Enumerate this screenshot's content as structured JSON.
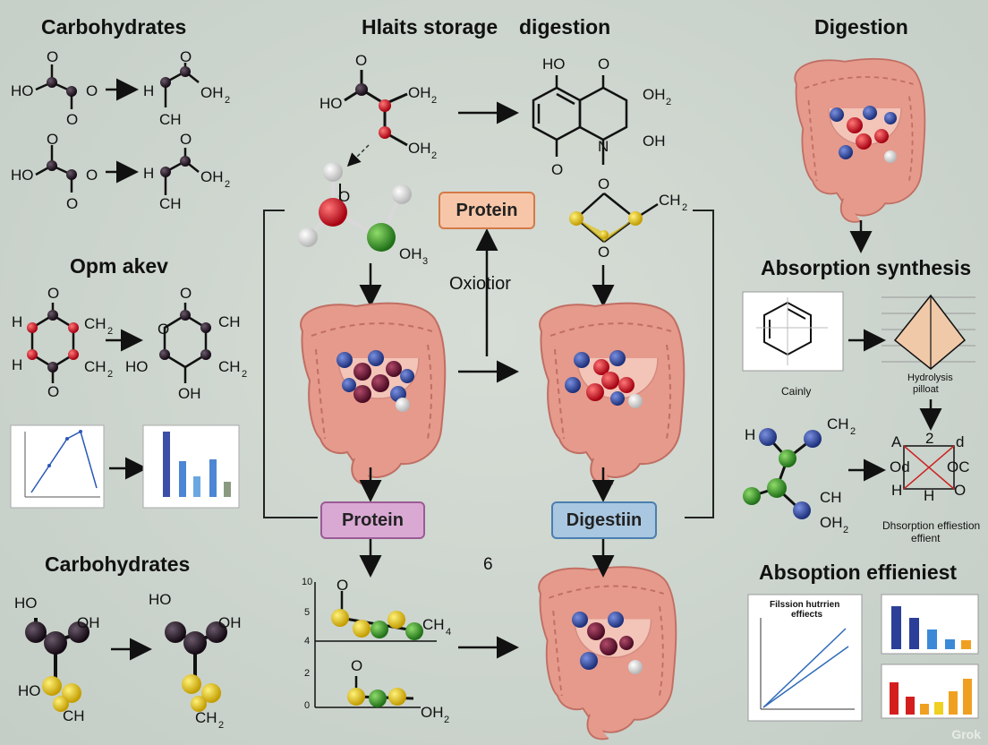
{
  "headings": {
    "carbohydrates_top": "Carbohydrates",
    "storage": "Hlaits storage",
    "digestion_center": "digestion",
    "digestion_right": "Digestion",
    "opm": "Opm akev",
    "absorption_synthesis": "Absorption synthesis",
    "carbohydrates_bottom": "Carbohydrates",
    "absorption_efficiency": "Absoption effieniest"
  },
  "boxes": {
    "protein_top": "Protein",
    "protein_bottom": "Protein",
    "digestion": "Digestiin"
  },
  "box_colors": {
    "protein_top": "#f7c6a8",
    "protein_bottom": "#d9a9d3",
    "digestion": "#a9c7e0"
  },
  "labels": {
    "oxidation": "Oxiotior",
    "six": "6",
    "cainly": "Cainly",
    "hydrolysis": "Hydrolysis",
    "pilloat": "pilloat",
    "dhsorption": "Dhsorption effiestion",
    "effient": "effient",
    "inset_title_1": "Filssion hutrrien",
    "inset_title_2": "effiects"
  },
  "atoms": {
    "ho": "HO",
    "o": "O",
    "oh": "OH",
    "oh2": "OH",
    "oh3": "OH",
    "ch": "CH",
    "ch2": "CH",
    "ch4": "CH",
    "h": "H",
    "n": "N",
    "a": "A",
    "two": "2",
    "d": "d",
    "od": "Od",
    "oc": "OC",
    "sub2": "2",
    "sub3": "3",
    "sub4": "4"
  },
  "axis_ticks": {
    "y": [
      "10",
      "5",
      "4",
      "2",
      "0"
    ]
  },
  "colors": {
    "oxygen": "#c8131e",
    "carbon": "#2a1a2a",
    "hydrogen": "#f0f0f0",
    "nitrogen": "#2b48a8",
    "sulfur": "#e3c51a",
    "green": "#3a9c2a",
    "intestine": "#e59a8c",
    "intestine_dark": "#c9746a"
  },
  "watermark": "Grok"
}
